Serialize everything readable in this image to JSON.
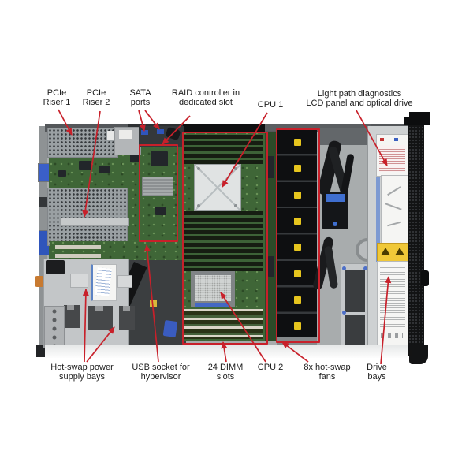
{
  "callouts": {
    "pcie_riser_1": "PCIe\nRiser 1",
    "pcie_riser_2": "PCIe\nRiser 2",
    "sata_ports": "SATA\nports",
    "raid_controller": "RAID controller in\ndedicated slot",
    "cpu_1": "CPU 1",
    "light_path": "Light path diagnostics\nLCD panel and optical drive",
    "power_supply": "Hot-swap power\nsupply bays",
    "usb_hypervisor": "USB socket for\nhypervisor",
    "dimm_slots": "24 DIMM\nslots",
    "cpu_2": "CPU 2",
    "fans": "8x hot-swap\nfans",
    "drive_bays": "Drive\nbays"
  },
  "colors": {
    "annotation_red": "#c8202a",
    "pcb_green": "#3f6637",
    "fan_label_yellow": "#e6c51e",
    "chassis_gray": "#a8acad"
  }
}
